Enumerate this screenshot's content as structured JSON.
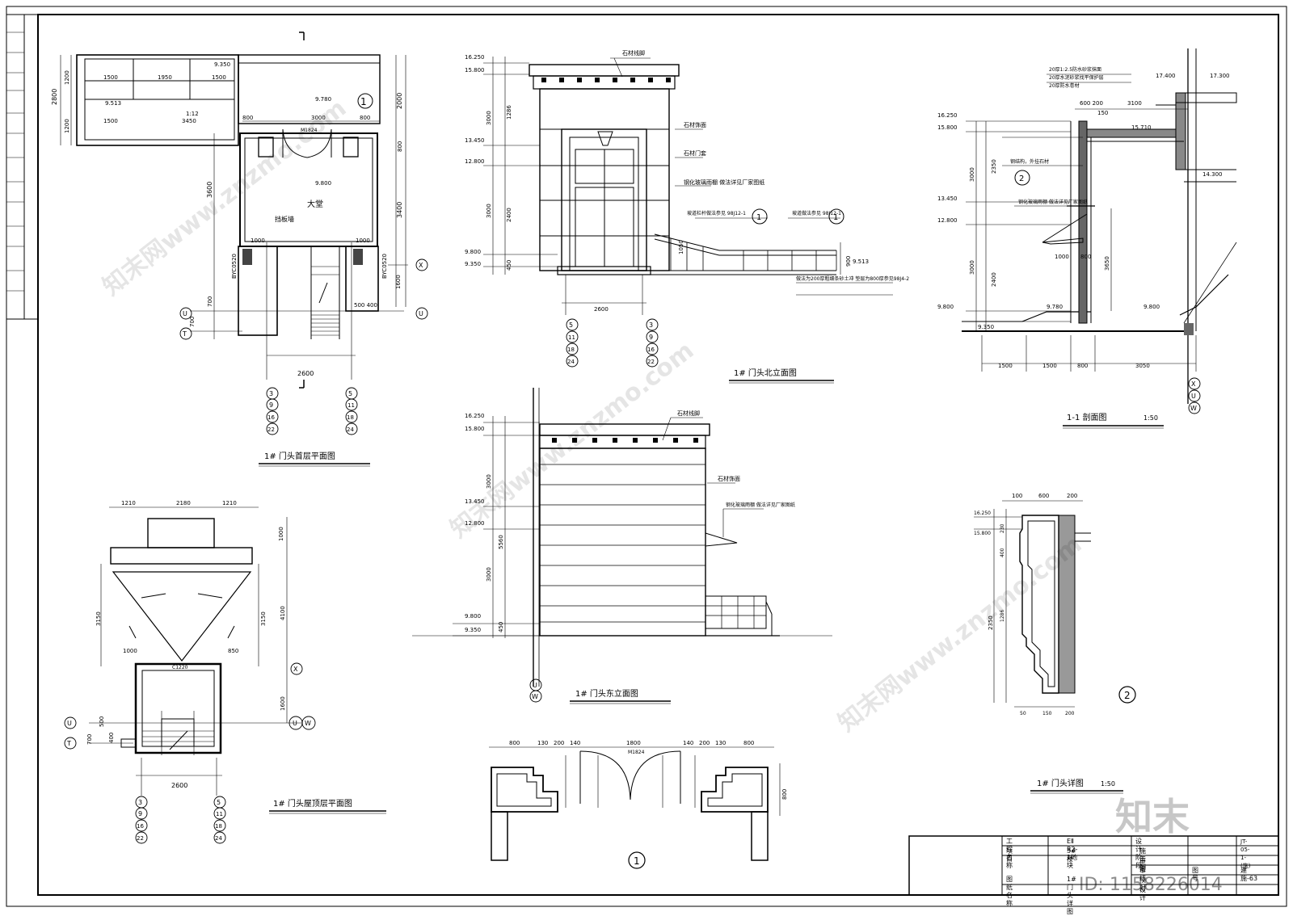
{
  "drawings": {
    "plan_ground": {
      "title": "1#  门头首层平面图",
      "hall": "大堂",
      "screen_wall": "挡板墙",
      "door_tag": "M1824",
      "grade_note": "1:12"
    },
    "plan_roof": {
      "title": "1#  门头屋顶层平面图",
      "window_tag": "C1220"
    },
    "north_elev": {
      "title": "1#  门头北立面图",
      "notes": [
        "石材线脚",
        "石材饰面",
        "石材门套",
        "钢化玻璃雨棚 做法详见厂家图纸",
        "坡道栏杆做法参见 98J12-1",
        "坡道做法参见 98J12-1",
        "做法为200厚粗细条砂土冲 垫层为800厚参见98J4-2"
      ]
    },
    "east_elev": {
      "title": "1#  门头东立面图",
      "notes": [
        "石材线脚",
        "石材饰面",
        "钢化玻璃雨棚 做法详见厂家图纸"
      ]
    },
    "section_11": {
      "title": "1-1 剖面图",
      "scale": "1:50",
      "notes": [
        "20厚1:2.5防水砂浆抹面",
        "20厚水泥砂浆找平保护层",
        "20厚防水卷材",
        "钢结构，外挂石材",
        "钢化玻璃雨棚 做法详见厂家图纸"
      ]
    },
    "detail_2": {
      "title": "1#  门头详图",
      "scale": "1:50",
      "marker": "②"
    },
    "detail_1": {
      "marker": "①",
      "door_tag": "M1824"
    }
  },
  "levels": [
    "16.250",
    "15.800",
    "13.450",
    "12.800",
    "9.800",
    "9.350",
    "9.780",
    "9.513",
    "17.400",
    "17.300",
    "15.710",
    "14.300"
  ],
  "axes": [
    "③",
    "⑨",
    "⑯",
    "㉒",
    "⑤",
    "⑪",
    "⑱",
    "㉔",
    "X",
    "U",
    "T",
    "W"
  ],
  "title_block": {
    "project_label": "工程名称",
    "project_value": "EⅡ R2-1地块",
    "item_label": "项　目",
    "item_value": "3#楼",
    "drawing_name_label": "图纸名称",
    "drawing_name_value": "1# 门头详图",
    "design_stage_label": "设计阶段",
    "design_stage_value": "施工图",
    "drawing_no_label": "图　号",
    "drawing_no_value": "建施-63",
    "sheet_code": "JT-05-1-(施)",
    "rows": [
      "审　定",
      "审　核",
      "校　对",
      "设　计"
    ]
  },
  "watermark": {
    "text": "知末网www.znzmo.com",
    "logo": "知末",
    "id": "ID: 1158226014"
  }
}
